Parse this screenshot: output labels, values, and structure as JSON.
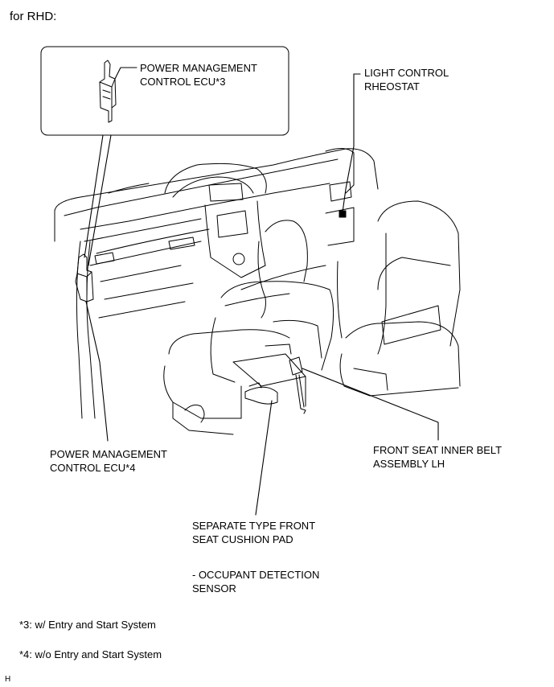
{
  "header": {
    "text": "for RHD:"
  },
  "callouts": {
    "pm_ecu_3": [
      "POWER MANAGEMENT",
      "CONTROL ECU*3"
    ],
    "light_rheostat": [
      "LIGHT CONTROL",
      "RHEOSTAT"
    ],
    "pm_ecu_4": [
      "POWER MANAGEMENT",
      "CONTROL ECU*4"
    ],
    "belt": [
      "FRONT SEAT INNER BELT",
      "ASSEMBLY LH"
    ],
    "cushion": [
      "SEPARATE TYPE FRONT",
      "SEAT CUSHION PAD"
    ],
    "occupant": [
      "- OCCUPANT DETECTION",
      "SENSOR"
    ]
  },
  "notes": {
    "n3": "*3: w/ Entry and Start System",
    "n4": "*4: w/o Entry and Start System"
  },
  "footer": {
    "code": "H"
  }
}
